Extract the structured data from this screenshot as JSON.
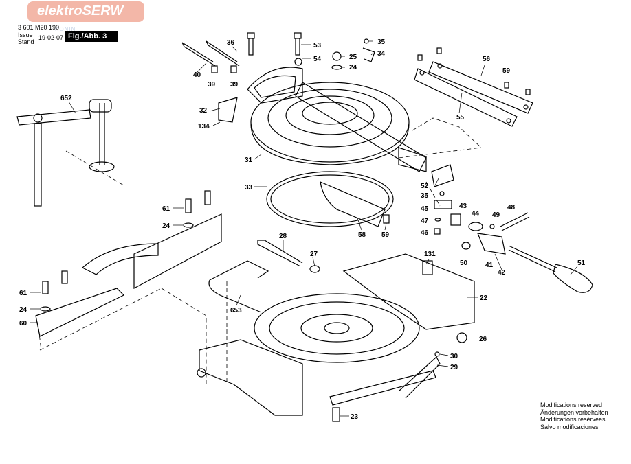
{
  "watermark": {
    "brand": "elektroSERW",
    "faint_text": "KONIN",
    "color": "#f3b7a8"
  },
  "header": {
    "doc_number": "3 601 M20 190",
    "issue_label": "Issue",
    "stand_label": "Stand",
    "date": "19-02-07",
    "figure_label": "Fig./Abb. 3"
  },
  "notes": [
    "Modifications reserved",
    "Änderungen vorbehalten",
    "Modifications resérvées",
    "Salvo modificaciones"
  ],
  "part_labels": [
    "40",
    "39",
    "36",
    "39",
    "53",
    "54",
    "25",
    "24",
    "35",
    "34",
    "56",
    "59",
    "55",
    "652",
    "32",
    "134",
    "31",
    "33",
    "52",
    "35",
    "45",
    "47",
    "46",
    "43",
    "44",
    "48",
    "49",
    "50",
    "41",
    "42",
    "51",
    "58",
    "59",
    "28",
    "27",
    "61",
    "24",
    "61",
    "24",
    "60",
    "131",
    "22",
    "653",
    "26",
    "30",
    "29",
    "23"
  ]
}
